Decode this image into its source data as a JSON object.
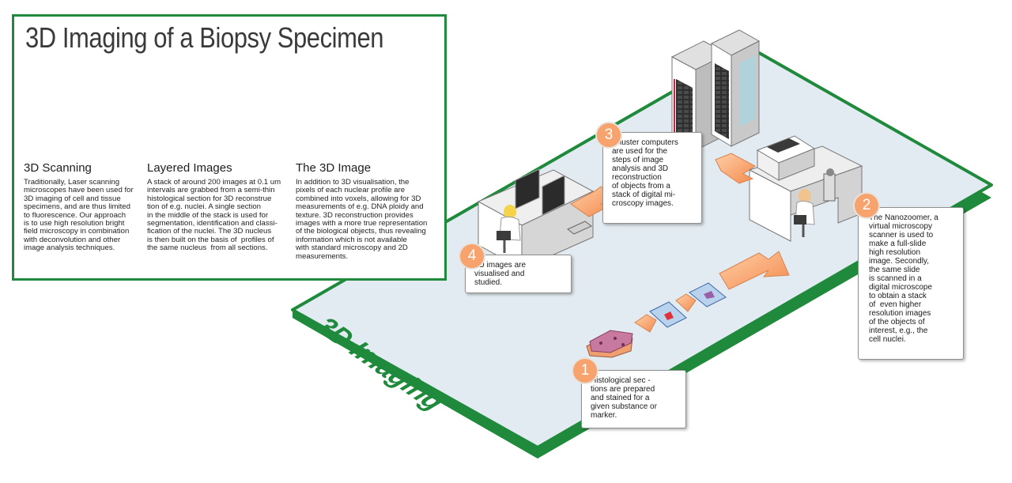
{
  "title": "3D Imaging of a Biopsy Specimen",
  "platform_label": "3D Imaging",
  "columns": [
    {
      "heading": "3D Scanning",
      "text": [
        "Traditionally, Laser scanning",
        "microscopes have been used for",
        "3D imaging of cell and tissue",
        "specimens, and are thus limited",
        "to fluorescence. Our approach",
        "is to use high resolution bright",
        "field microscopy in combination",
        "with deconvolution and other",
        "image analysis techniques."
      ]
    },
    {
      "heading": "Layered Images",
      "text": [
        "A stack of around 200 images at 0.1 um",
        "intervals are grabbed from a semi-thin",
        "histological section for 3D reconstrue",
        "tion of e.g. nuclei. A single section",
        "in the middle of the stack is used for",
        "segmentation, identification and classi-",
        "fication of the nuclei. The 3D nucleus",
        "is then built on the basis of  profiles of",
        "the same nucleus  from all sections."
      ]
    },
    {
      "heading": "The 3D Image",
      "text": [
        "In addition to 3D visualisation, the",
        "pixels of each nuclear profile are",
        "combined into voxels, allowing for 3D",
        "measurements of e.g. DNA ploidy and",
        "texture. 3D reconstruction provides",
        "images with a more true representation",
        "of the biological objects, thus revealing",
        "information which is not available",
        "with standard microscopy and 2D",
        "measurements."
      ]
    }
  ],
  "steps": [
    {
      "number": "1",
      "text": [
        "Histological sec -",
        "tions are prepared",
        "and stained for a",
        "given substance or",
        "marker."
      ]
    },
    {
      "number": "2",
      "text": [
        "The Nanozoomer, a",
        "virtual microscopy",
        "scanner is used to",
        "make a full-slide",
        "high resolution",
        "image. Secondly,",
        "the same slide",
        "is scanned in a",
        "digital microscope",
        "to obtain a stack",
        "of  even higher",
        "resolution images",
        "of the objects of",
        "interest, e.g., the",
        "cell nuclei."
      ]
    },
    {
      "number": "3",
      "text": [
        " Cluster computers",
        "are used for the",
        "steps of image",
        "analysis and 3D",
        "reconstruction",
        "of objects from a",
        "stack of digital mi-",
        "croscopy images."
      ]
    },
    {
      "number": "4",
      "text": [
        "3D images are",
        "visualised and",
        "studied."
      ]
    }
  ],
  "colors": {
    "frame_green": "#1f8a3b",
    "platform": "#e2ebf1",
    "accent_orange": "#f8a36e",
    "tissue_purple": "#8e4fa0",
    "highlight_red": "#d71f3a"
  }
}
